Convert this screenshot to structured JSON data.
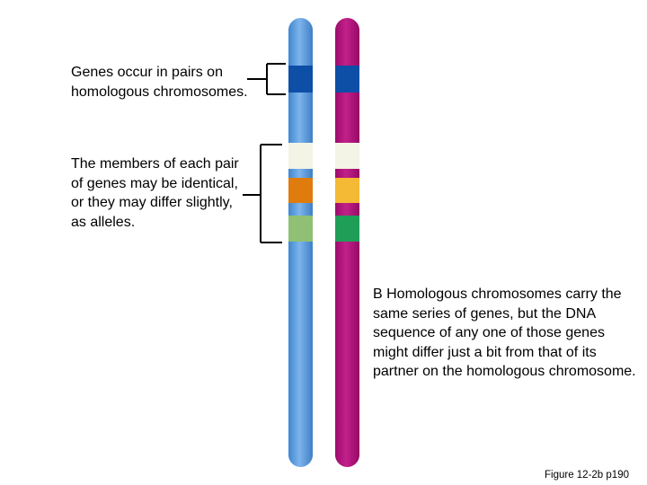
{
  "annotations": {
    "genes_in_pairs": "Genes occur in pairs on homologous chromosomes.",
    "members_may_differ": "The members of each pair of genes may be identical, or they may differ slightly, as alleles.",
    "panel_b": "B Homologous chromosomes carry the same series of genes, but the DNA sequence of any one of those genes might differ just a bit from that of its partner on the homologous chromosome."
  },
  "caption": "Figure 12-2b p190",
  "colors": {
    "chromosome_left": "#6aa5e2",
    "chromosome_right": "#b5147e",
    "bracket": "#000000",
    "gene_band_1_left": "#0d4ea6",
    "gene_band_1_right": "#0d4ea6",
    "gene_band_2_left": "#f3f3e6",
    "gene_band_2_right": "#f3f3e6",
    "gene_band_3_left": "#e07c0e",
    "gene_band_3_right": "#f4b935",
    "gene_band_4_left": "#8fc073",
    "gene_band_4_right": "#1f9e57"
  }
}
